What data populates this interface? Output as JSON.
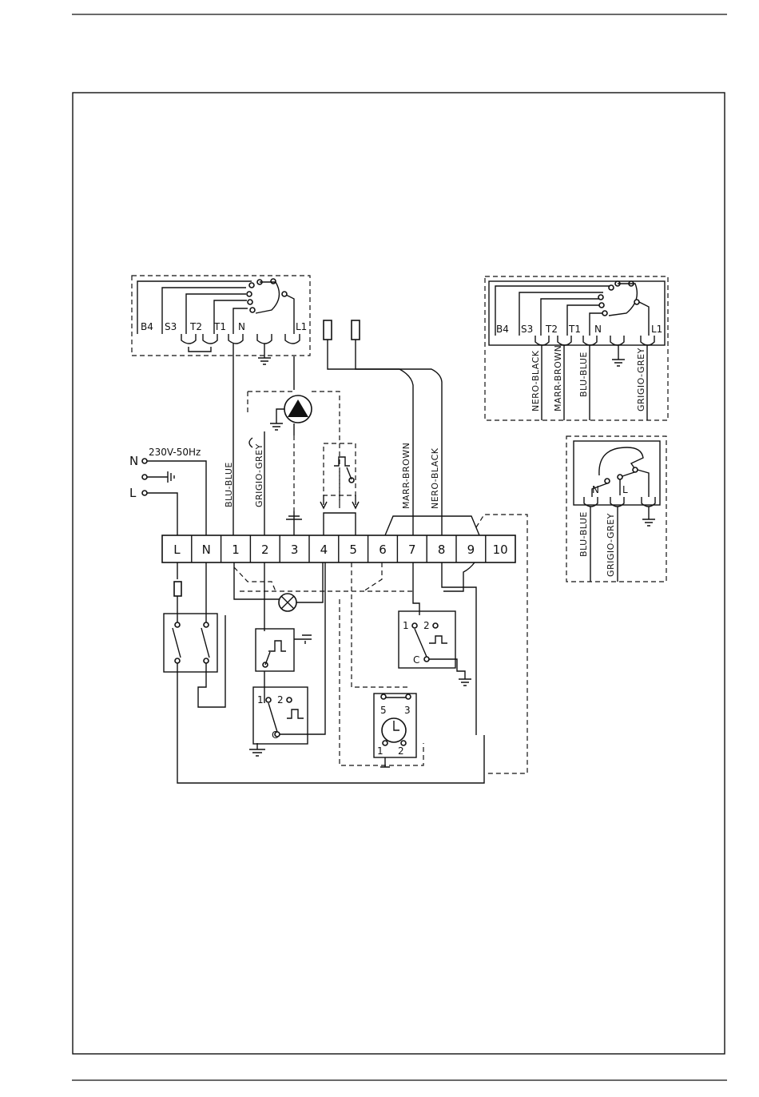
{
  "supply": {
    "voltage": "230V-50Hz",
    "neutral": "N",
    "live": "L"
  },
  "terminal_block": {
    "terminals": [
      "L",
      "N",
      "1",
      "2",
      "3",
      "4",
      "5",
      "6",
      "7",
      "8",
      "9",
      "10"
    ]
  },
  "wire_labels": {
    "blu_blue": "BLU-BLUE",
    "grigio_grey": "GRIGIO-GREY",
    "marr_brown": "MARR-BROWN",
    "nero_black": "NERO-BLACK"
  },
  "valve_box_left": {
    "terminals": [
      "B4",
      "S3",
      "T2",
      "T1",
      "N",
      "L1"
    ]
  },
  "valve_box_right": {
    "terminals": [
      "B4",
      "S3",
      "T2",
      "T1",
      "N",
      "L1"
    ],
    "wires": [
      "NERO-BLACK",
      "MARR-BROWN",
      "BLU-BLUE",
      "GRIGIO-GREY"
    ]
  },
  "pump_box": {
    "terminals": [
      "N",
      "L"
    ],
    "wires": [
      "BLU-BLUE",
      "GRIGIO-GREY"
    ]
  },
  "thermostat_contacts": {
    "room_stat": {
      "a": "1",
      "b": "2",
      "c": "C"
    },
    "cyl_stat": {
      "a": "1",
      "b": "2",
      "c": "C"
    }
  },
  "timer": {
    "top_left": "5",
    "top_right": "3",
    "bottom_left": "1",
    "bottom_right": "2"
  }
}
